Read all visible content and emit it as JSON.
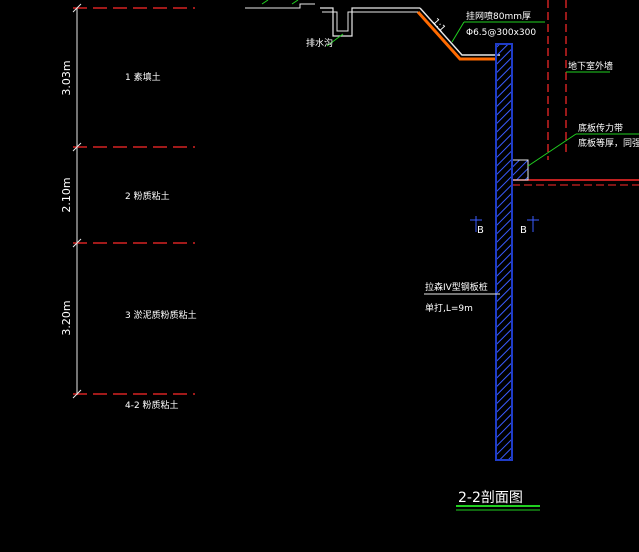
{
  "drawing": {
    "title": "2-2剖面图",
    "colors": {
      "background": "#000000",
      "layer_line": "#ff2a2a",
      "dim_line": "#e8e8e8",
      "pile": "#1f3cc8",
      "pile_hatch": "#3a5cff",
      "slope": "#ff6a00",
      "leader": "#20d020",
      "text": "#ffffff",
      "basement": "#ff2a2a"
    },
    "soil_layers": [
      {
        "thickness": "3.03m",
        "label": "1  素填土"
      },
      {
        "thickness": "2.10m",
        "label": "2  粉质粘土"
      },
      {
        "thickness": "3.20m",
        "label": "3  淤泥质粉质粘土"
      },
      {
        "thickness": "",
        "label": "4-2  粉质粘土"
      }
    ],
    "annotations": {
      "drainage": "排水沟",
      "shotcrete_line1": "挂网喷80mm厚",
      "shotcrete_line2": "Φ6.5@300x300",
      "slope_mark": "1:1",
      "basement": "地下室外墙",
      "waterproof_line1": "底板传力带",
      "waterproof_line2": "底板等厚，同强度等级",
      "section_left": "B",
      "section_right": "B",
      "pile_name": "拉森IV型钢板桩",
      "pile_length": "单打,L=9m"
    }
  }
}
